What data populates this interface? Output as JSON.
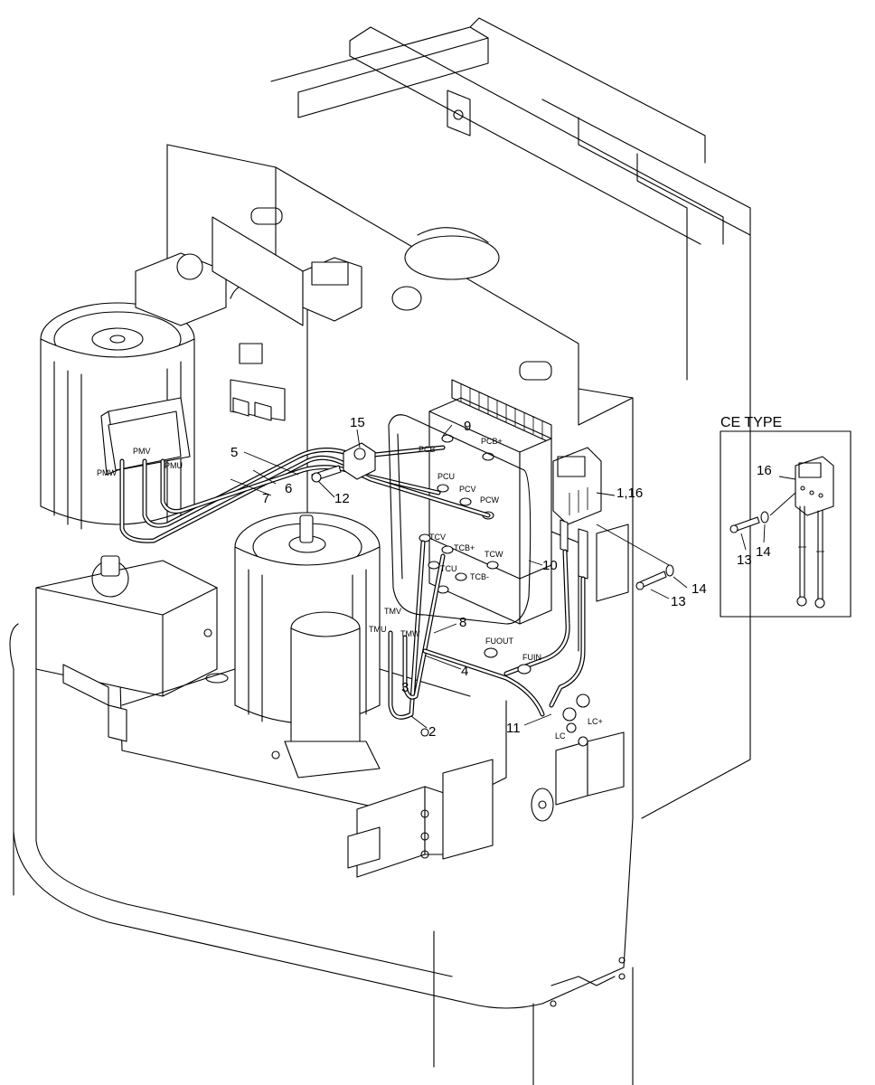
{
  "callouts": {
    "c1_16": "1,16",
    "c2": "2",
    "c3": "3",
    "c4": "4",
    "c5": "5",
    "c6": "6",
    "c7": "7",
    "c8": "8",
    "c9": "9",
    "c10": "10",
    "c11": "11",
    "c12": "12",
    "c13": "13",
    "c14": "14",
    "c15": "15"
  },
  "terminals": {
    "pmv": "PMV",
    "pmw": "PMW",
    "pmu": "PMU",
    "pcb_minus": "PCB-",
    "pcb_plus": "PCB+",
    "pcu": "PCU",
    "pcv": "PCV",
    "pcw": "PCW",
    "tcv": "TCV",
    "tcb_plus": "TCB+",
    "tcw": "TCW",
    "tcu": "TCU",
    "tcb_minus": "TCB-",
    "tmv": "TMV",
    "tmu": "TMU",
    "tmw": "TMW",
    "fuout": "FUOUT",
    "fuin": "FUIN",
    "lc_plus": "LC+",
    "lc": "LC"
  },
  "ce_inset": {
    "title": "CE TYPE",
    "c16": "16",
    "c13": "13",
    "c14": "14"
  }
}
